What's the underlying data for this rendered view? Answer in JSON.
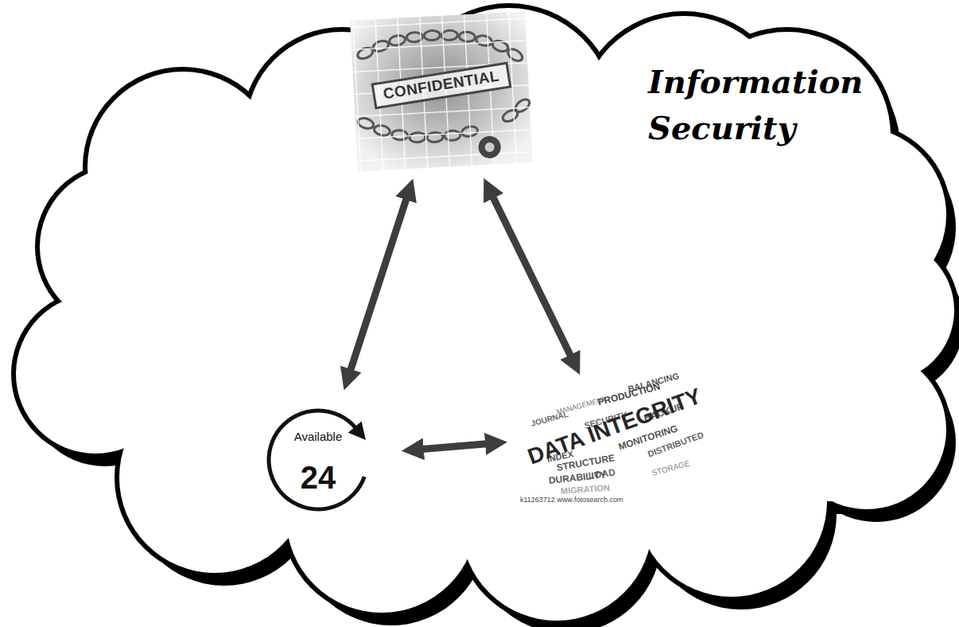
{
  "diagram": {
    "nodes": [
      {
        "text": [
          "Information Security"
        ]
      },
      {
        "text": [
          "CONFIDENTIAL"
        ],
        "in": 0
      },
      {
        "text": [
          "Available",
          "24"
        ],
        "in": 0
      },
      {
        "text": [
          "DATA INTEGRITY"
        ],
        "in": 0
      }
    ],
    "edges": [
      {
        "from": 1,
        "to": 2,
        "arrow": "both"
      },
      {
        "from": 1,
        "to": 3,
        "arrow": "both"
      },
      {
        "from": 2,
        "to": 3,
        "arrow": "both"
      }
    ],
    "labels": [
      "BALANCING",
      "PRODUCTION",
      "MANAGEMENT",
      "JOURNAL",
      "SECURITY",
      "BACKUP",
      "INDEX",
      "MONITORING",
      "DISTRIBUTED",
      "STRUCTURE",
      "LOAD",
      "STORAGE",
      "DURABILITY",
      "MIGRATION",
      "k11263712 www.fotosearch.com"
    ]
  }
}
